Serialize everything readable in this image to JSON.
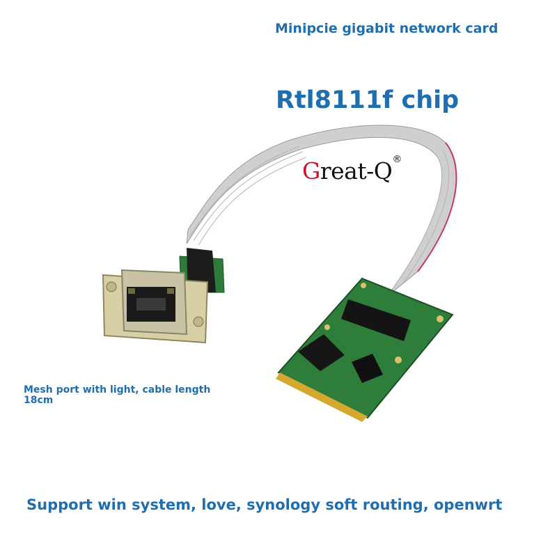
{
  "heading": "Minipcie gigabit network card",
  "chip_title": "Rtl8111f chip",
  "logo": {
    "first_letter": "G",
    "rest": "reat-Q",
    "mark": "®"
  },
  "caption": "Mesh port with light, cable length 18cm",
  "footer": "Support win system, love, synology soft routing, openwrt",
  "colors": {
    "text": "#1f6fb0",
    "logo_accent": "#c0182a",
    "pcb": "#2e7d3a",
    "cable": "#c9c9c9"
  },
  "icons": [
    "rj45-port-icon",
    "ribbon-cable-icon",
    "minipcie-card-icon"
  ]
}
